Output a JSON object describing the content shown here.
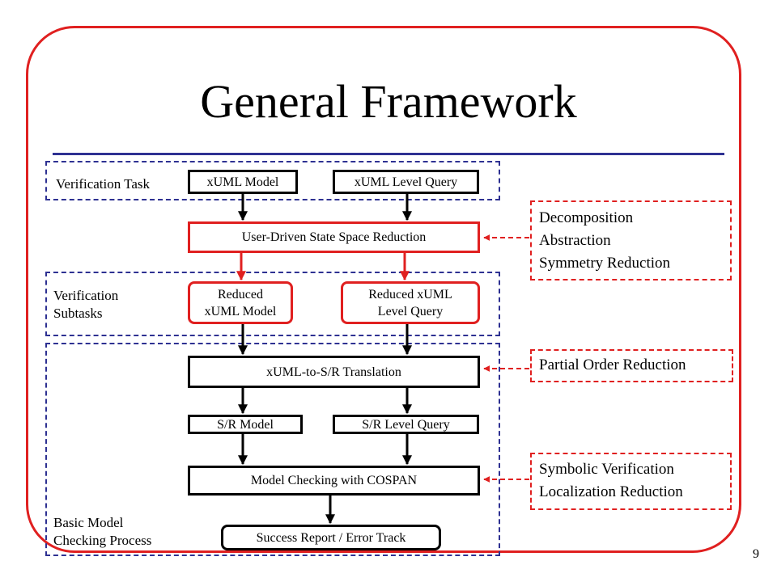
{
  "slide": {
    "title": "General Framework",
    "page_number": "9",
    "colors": {
      "frame": "#e02020",
      "rule": "#2e3192",
      "region": "#2e3192",
      "emphasis": "#e02020"
    }
  },
  "regions": {
    "verification_task": "Verification Task",
    "verification_subtasks": "Verification\nSubtasks",
    "basic_model_checking": "Basic Model\nChecking Process"
  },
  "nodes": {
    "xuml_model": "xUML Model",
    "xuml_query": "xUML Level Query",
    "reduction": "User-Driven State Space Reduction",
    "reduced_model": "Reduced\nxUML Model",
    "reduced_query": "Reduced xUML\nLevel Query",
    "translation": "xUML-to-S/R Translation",
    "sr_model": "S/R Model",
    "sr_query": "S/R Level Query",
    "model_checking": "Model Checking with COSPAN",
    "report": "Success Report / Error Track"
  },
  "notes": {
    "reduction": [
      "Decomposition",
      "Abstraction",
      "Symmetry Reduction"
    ],
    "translation": [
      "Partial Order Reduction"
    ],
    "model_checking": [
      "Symbolic Verification",
      "Localization Reduction"
    ]
  }
}
